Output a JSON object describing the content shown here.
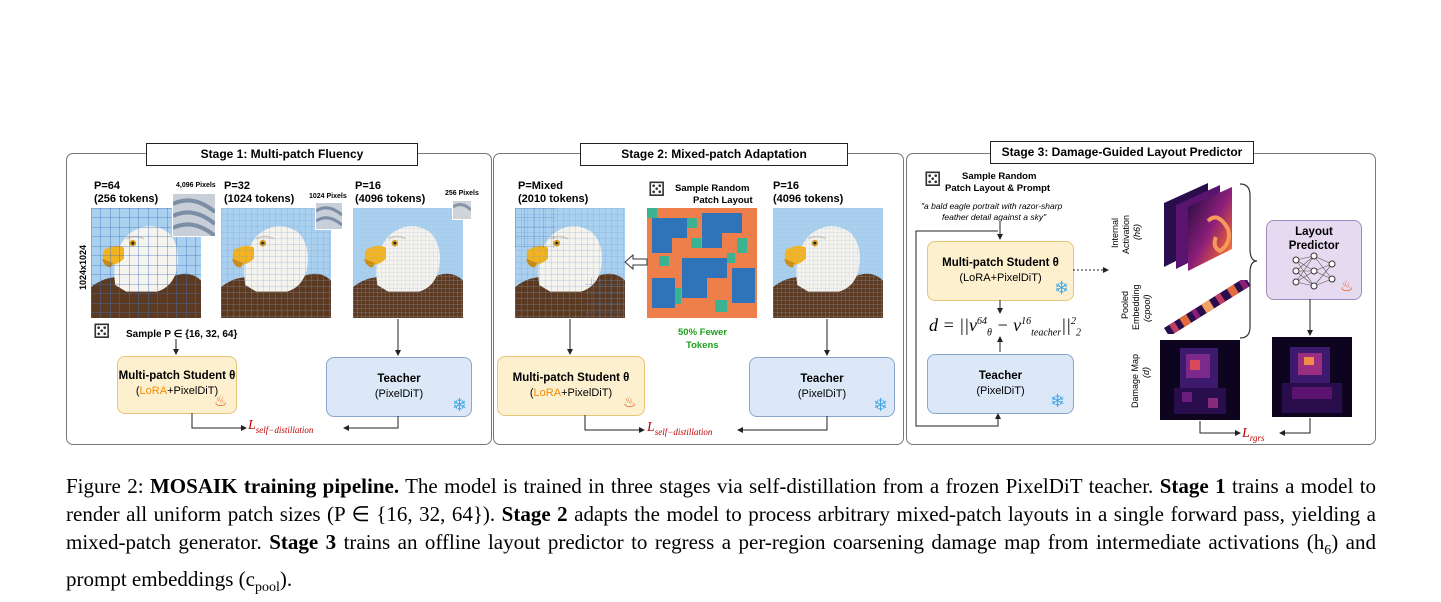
{
  "stage1": {
    "title": "Stage 1: Multi-patch Fluency",
    "img1": {
      "p": "P=64",
      "tokens": "(256 tokens)",
      "pixels": "4,096 Pixels"
    },
    "img2": {
      "p": "P=32",
      "tokens": "(1024 tokens)",
      "pixels": "1024 Pixels"
    },
    "img3": {
      "p": "P=16",
      "tokens": "(4096 tokens)",
      "pixels": "256 Pixels"
    },
    "res_label": "1024x1024",
    "sample_label": "Sample P ∈ {16, 32, 64}",
    "student": {
      "title": "Multi-patch Student θ",
      "lora": "LoRA",
      "rest": "+PixelDiT)"
    },
    "teacher": {
      "title": "Teacher",
      "sub": "(PixelDiT)"
    },
    "loss": "L",
    "loss_sub": "self−distillation"
  },
  "stage2": {
    "title": "Stage 2: Mixed-patch Adaptation",
    "img1": {
      "p": "P=Mixed",
      "tokens": "(2010 tokens)"
    },
    "sample_label_1": "Sample Random",
    "sample_label_2": "Patch Layout",
    "img3": {
      "p": "P=16",
      "tokens": "(4096 tokens)"
    },
    "fewer_1": "50% Fewer",
    "fewer_2": "Tokens",
    "student": {
      "title": "Multi-patch Student θ",
      "lora": "LoRA",
      "rest": "+PixelDiT)"
    },
    "teacher": {
      "title": "Teacher",
      "sub": "(PixelDiT)"
    },
    "loss": "L",
    "loss_sub": "self−distillation"
  },
  "stage3": {
    "title": "Stage 3: Damage-Guided Layout Predictor",
    "sample_1": "Sample Random",
    "sample_2": "Patch Layout & Prompt",
    "prompt_1": "\"a bald eagle portrait with razor-sharp",
    "prompt_2": "feather detail against a sky\"",
    "student": {
      "title": "Multi-patch Student θ",
      "sub": "(LoRA+PixelDiT)"
    },
    "teacher": {
      "title": "Teacher",
      "sub": "(PixelDiT)"
    },
    "eq": "d = ||v",
    "internal_1": "Internal",
    "internal_2": "Activation",
    "internal_3": "(h6)",
    "pooled_1": "Pooled",
    "pooled_2": "Embedding",
    "pooled_3": "(cpool)",
    "damage_1": "Damage Map",
    "damage_2": "(d)",
    "predictor": "Layout Predictor",
    "loss": "L",
    "loss_sub": "rgrs"
  },
  "caption": {
    "fig": "Figure 2:",
    "bold1": "MOSAIK training pipeline.",
    "t1": "The model is trained in three stages via self-distillation from a frozen PixelDiT teacher.",
    "bold2": "Stage 1",
    "t2": "trains a model to render all uniform patch sizes (P ∈ {16, 32, 64}).",
    "bold3": "Stage 2",
    "t3": "adapts the model to process arbitrary mixed-patch layouts in a single forward pass, yielding a mixed-patch generator.",
    "bold4": "Stage 3",
    "t4": "trains an offline layout predictor to regress a per-region coarsening damage map from intermediate activations (h",
    "t4_sub": "6",
    "t5": ") and prompt embeddings (c",
    "t5_sub": "pool",
    "t6": ")."
  },
  "colors": {
    "student_fill": "#fdf0cf",
    "teacher_fill": "#dce8f8",
    "loss": "#c00000",
    "lora": "#f28c00",
    "fewer": "#1ea01e",
    "predictor_fill": "#e6daf0"
  }
}
